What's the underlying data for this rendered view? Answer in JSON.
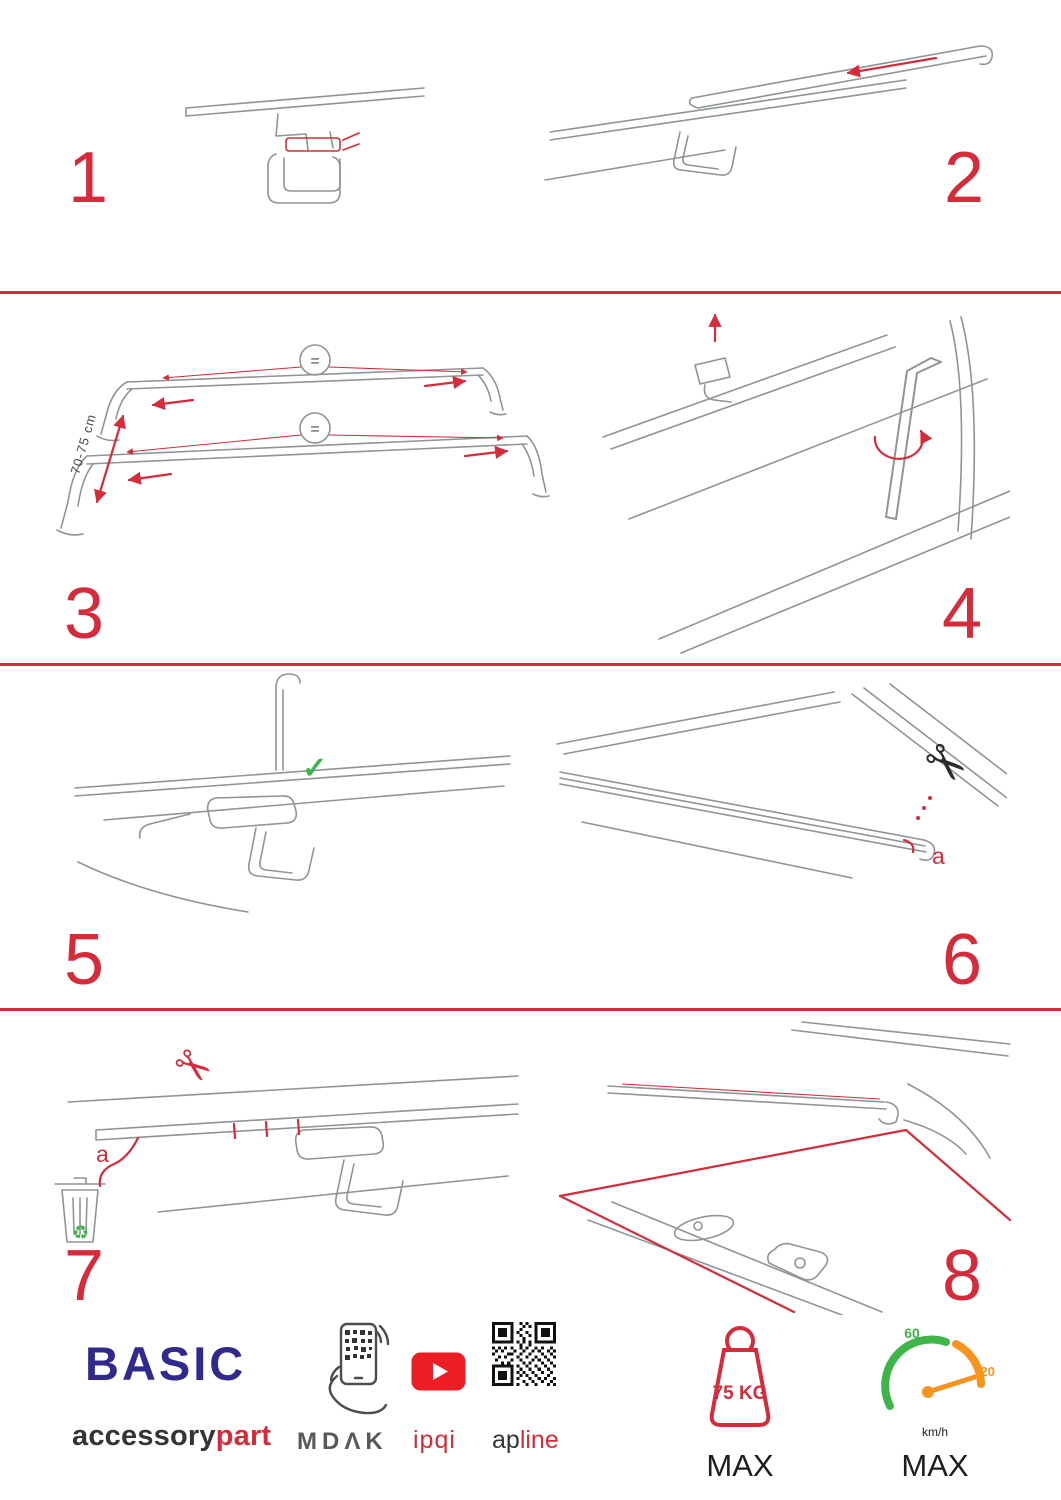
{
  "colors": {
    "accent_red": "#d62b3a",
    "line_gray": "#8f9498",
    "brand_blue": "#312a8e",
    "green": "#3db54a",
    "orange": "#f7941d",
    "dark_text": "#1d1d1b"
  },
  "steps": [
    "1",
    "2",
    "3",
    "4",
    "5",
    "6",
    "7",
    "8"
  ],
  "annotations": {
    "equals": "=",
    "distance": "70-75 cm",
    "check": "✓",
    "scissors": "✂",
    "label_a": "a",
    "recycle": "♻"
  },
  "footer": {
    "brand": "BASIC",
    "accessory": "accessory",
    "part": "part",
    "mdak": "MDΛK",
    "ipqi": "ipqi",
    "ap": "ap",
    "line": "line",
    "weight_value": "75 KG",
    "weight_max": "MAX",
    "speed_low": "60",
    "speed_high": "120",
    "speed_unit": "km/h",
    "speed_max": "MAX"
  }
}
